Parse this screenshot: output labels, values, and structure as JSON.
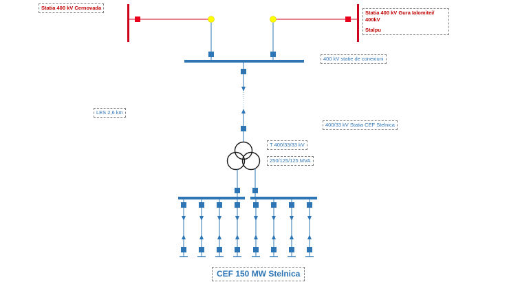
{
  "labels": {
    "cernavoda": "Statia 400 kV Cernovada",
    "gura_line1": "Statia 400 kV Gura Ialomitei/ 400kV",
    "gura_line2": "Stalpu",
    "statie_conexiuni": "400 kV statie de conexiuni",
    "les": "LES 2,6 km",
    "statia_cef": "400/33 kV Statia CEF Stelnica",
    "transformer_type": "T 400/33/33 kV",
    "transformer_rating": "250/125/125 MVA",
    "title": "CEF 150 MW Stelnica"
  },
  "colors": {
    "line_red": "#d0021b",
    "breaker_red": "#e8001c",
    "line_blue": "#2e75b6",
    "breaker_blue": "#2e75b6",
    "disconnector_yellow": "#ffff00",
    "busbar_blue": "#2e75b6",
    "transformer_black": "#1a1a1a"
  }
}
